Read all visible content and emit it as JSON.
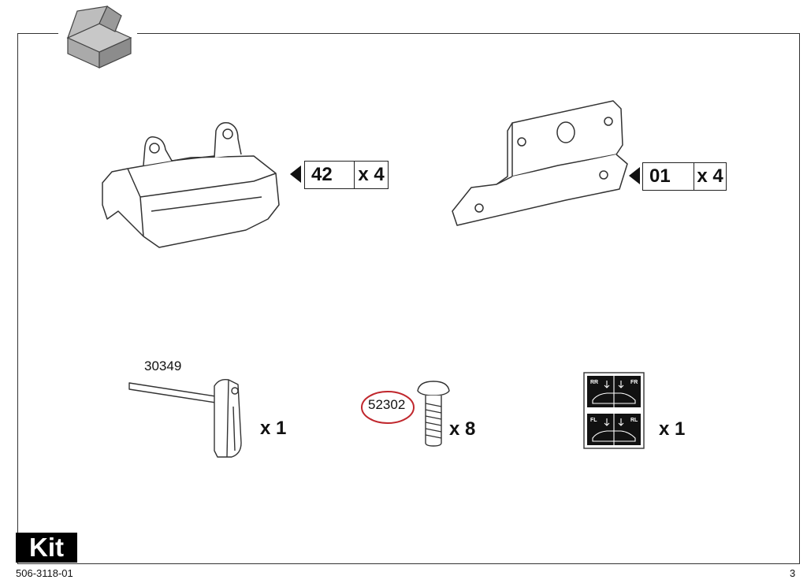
{
  "parts": {
    "foot_pack": {
      "code": "42",
      "qty": "x 4"
    },
    "bracket": {
      "code": "01",
      "qty": "x 4"
    },
    "tool": {
      "number": "30349",
      "qty": "x 1"
    },
    "screw": {
      "number": "52302",
      "qty": "x 8"
    },
    "stickers": {
      "qty": "x 1",
      "labels": [
        "RR",
        "FR",
        "FL",
        "RL"
      ]
    }
  },
  "section_label": "Kit",
  "document_number": "506-3118-01",
  "page_number": "3",
  "colors": {
    "highlight_circle": "#c0272d",
    "line": "#333333"
  },
  "icons": [
    "box-icon"
  ]
}
